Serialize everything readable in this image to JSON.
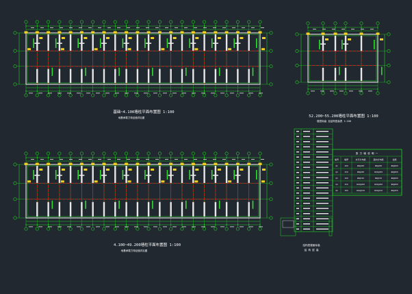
{
  "colors": {
    "background": "#212830",
    "frame": "#ffffff",
    "grid_green": "#22d422",
    "wall_white": "#e8e8e8",
    "beam_red": "#d02020",
    "column_yellow": "#f0d020",
    "dim_green": "#33dd33"
  },
  "plans": {
    "top_left_title": "基础~4.100墙柱平面布置图 1:100",
    "top_left_subtitle": "地基承载力特征值详见图",
    "top_right_title": "52.200~55.200墙柱平面布置图 1:100",
    "top_right_subtitle": "楼层标高 见结构层高表 1:100",
    "bottom_left_title": "4.100~49.200墙柱平面布置图 1:100",
    "bottom_left_subtitle": "地基承载力特征值详见图"
  },
  "level_table": {
    "header": "",
    "rows": 20
  },
  "notes_table": {
    "title": "剪 力 墙 说 明 一",
    "headers": [
      "编号",
      "墙厚",
      "水平分布筋",
      "竖向分布筋",
      "拉筋"
    ],
    "rows": [
      [
        "Q1",
        "200",
        "Φ8@200",
        "Φ8@200",
        "Φ6@600"
      ],
      [
        "Q2",
        "250",
        "Φ8@200",
        "Φ10@200",
        "Φ6@600"
      ],
      [
        "Q3",
        "200",
        "Φ8@150",
        "Φ8@150",
        "Φ6@600"
      ],
      [
        "Q4",
        "250",
        "Φ10@200",
        "Φ10@200",
        "Φ6@600"
      ],
      [
        "Q5",
        "300",
        "Φ10@150",
        "Φ10@150",
        "Φ6@450"
      ]
    ]
  },
  "legend": {
    "title": "结构层楼面标高",
    "subtitle": "结 构 层 高"
  }
}
